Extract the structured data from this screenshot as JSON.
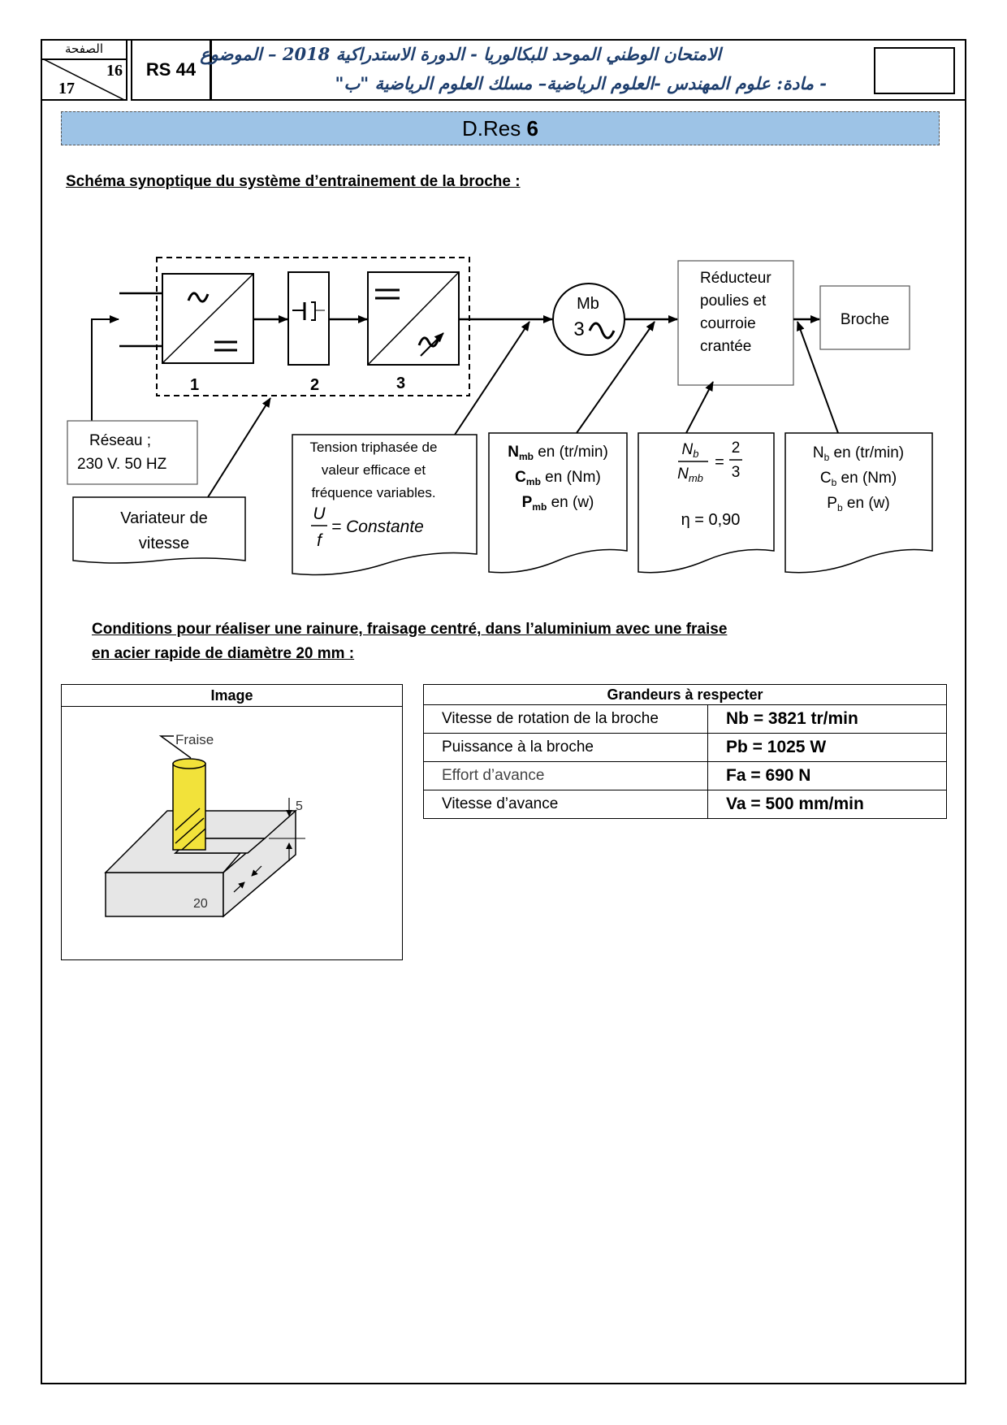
{
  "header": {
    "page_label": "الصفحة",
    "page_current": "16",
    "page_total": "17",
    "code": "RS 44",
    "title_line1": "الامتحان الوطني الموحد للبكالوريا - الدورة الاستدراكية 2018 – الموضوع",
    "title_line2": "- مادة: علوم المهندس -العلوم الرياضية– مسلك العلوم الرياضية \"ب\""
  },
  "band": {
    "prefix": "D.Res ",
    "number": "6"
  },
  "section1_title": "Schéma synoptique du système d’entrainement de la broche :",
  "diagram": {
    "block_labels": [
      "1",
      "2",
      "3"
    ],
    "motor": {
      "name": "Mb",
      "phases": "3"
    },
    "reducer": [
      "Réducteur",
      "poulies  et",
      "courroie",
      "crantée"
    ],
    "broche": "Broche",
    "reseau": [
      "Réseau ;",
      "230 V. 50 HZ"
    ],
    "variateur": [
      "Variateur de",
      "vitesse"
    ],
    "tension": [
      "Tension triphasée de",
      "valeur efficace et",
      "fréquence variables."
    ],
    "tension_formula": {
      "num": "U",
      "den": "f",
      "rhs": "= Constante"
    },
    "motor_outputs": [
      {
        "sym": "N",
        "sub": "mb",
        "unit": " en (tr/min)"
      },
      {
        "sym": "C",
        "sub": "mb",
        "unit": " en (Nm)"
      },
      {
        "sym": "P",
        "sub": "mb",
        "unit": " en (w)"
      }
    ],
    "ratio": {
      "num": "N",
      "num_sub": "b",
      "den": "N",
      "den_sub": "mb",
      "eq": "=",
      "value_num": "2",
      "value_den": "3"
    },
    "efficiency": "η = 0,90",
    "broche_outputs": [
      {
        "sym": "N",
        "sub": "b",
        "unit": " en (tr/min)"
      },
      {
        "sym": "C",
        "sub": "b",
        "unit": " en (Nm)"
      },
      {
        "sym": "P",
        "sub": "b",
        "unit": " en (w)"
      }
    ]
  },
  "section2_title_l1": "Conditions pour réaliser une rainure, fraisage centré, dans l’aluminium avec une fraise",
  "section2_title_l2": "en acier rapide de diamètre 20 mm :",
  "image_table": {
    "header": "Image",
    "fraise_label": "Fraise",
    "dim_depth": "5",
    "dim_width": "20",
    "colors": {
      "tool": "#f2e23a",
      "block": "#e6e6e6"
    }
  },
  "quantities": {
    "header": "Grandeurs à respecter",
    "rows": [
      {
        "label": "Vitesse de rotation de la broche",
        "value": "Nb = 3821 tr/min"
      },
      {
        "label": "Puissance à la broche",
        "value": "Pb = 1025 W"
      },
      {
        "label": "Effort d’avance",
        "value": "Fa = 690 N"
      },
      {
        "label": "Vitesse d’avance",
        "value": "Va = 500 mm/min"
      }
    ]
  }
}
